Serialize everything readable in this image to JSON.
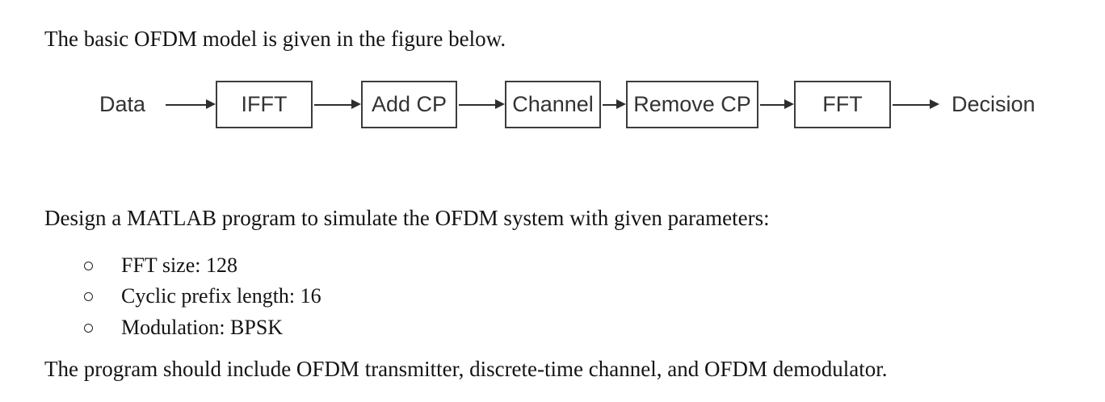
{
  "document": {
    "intro": "The basic OFDM model is given in the figure below.",
    "task": "Design a MATLAB program to simulate the OFDM system with given parameters:",
    "footer": "The program should include OFDM transmitter, discrete-time channel, and OFDM demodulator."
  },
  "diagram": {
    "source_label": "Data",
    "blocks": [
      {
        "label": "IFFT"
      },
      {
        "label": "Add CP"
      },
      {
        "label": "Channel"
      },
      {
        "label": "Remove CP"
      },
      {
        "label": "FFT"
      }
    ],
    "sink_label": "Decision",
    "flow_direction": "left-to-right",
    "box_border_color": "#3c3c3c",
    "arrow_color": "#2e2e2e",
    "label_color": "#333333"
  },
  "parameters": {
    "items": [
      {
        "label": "FFT size: 128"
      },
      {
        "label": "Cyclic prefix length: 16"
      },
      {
        "label": "Modulation: BPSK"
      }
    ]
  },
  "colors": {
    "background": "#ffffff",
    "body_text": "#141414"
  }
}
